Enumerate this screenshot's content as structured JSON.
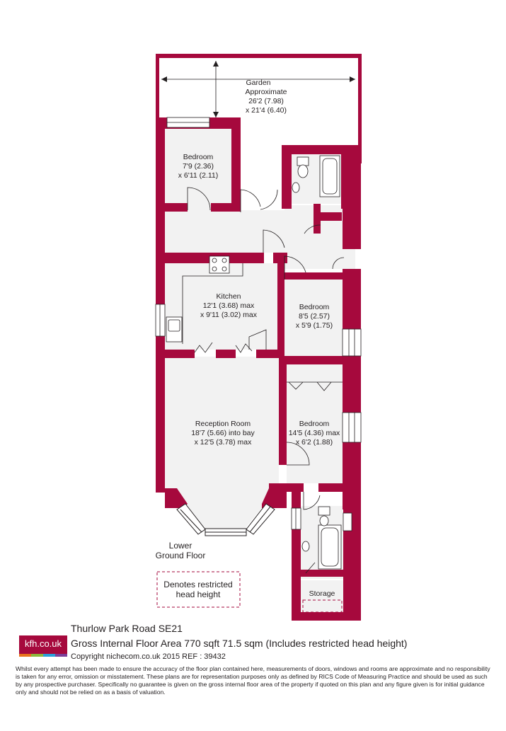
{
  "floorplan": {
    "rooms": [
      {
        "id": "garden",
        "name": "Garden",
        "line2": "Approximate",
        "line3": "26'2 (7.98)",
        "line4": "x 21'4 (6.40)"
      },
      {
        "id": "bedroom1",
        "name": "Bedroom",
        "line2": "7'9 (2.36)",
        "line3": "x 6'11 (2.11)"
      },
      {
        "id": "kitchen",
        "name": "Kitchen",
        "line2": "12'1 (3.68) max",
        "line3": "x 9'11 (3.02) max"
      },
      {
        "id": "bedroom2",
        "name": "Bedroom",
        "line2": "8'5 (2.57)",
        "line3": "x 5'9 (1.75)"
      },
      {
        "id": "reception",
        "name": "Reception Room",
        "line2": "18'7 (5.66) into bay",
        "line3": "x 12'5 (3.78) max"
      },
      {
        "id": "bedroom3",
        "name": "Bedroom",
        "line2": "14'5 (4.36) max",
        "line3": "x 6'2 (1.88)"
      },
      {
        "id": "storage",
        "name": "Storage"
      }
    ],
    "floor_label": {
      "line1": "Lower",
      "line2": "Ground Floor"
    },
    "legend": {
      "line1": "Denotes restricted",
      "line2": "head height"
    }
  },
  "footer": {
    "address": "Thurlow Park Road  SE21",
    "area": "Gross Internal Floor Area 770 sqft 71.5 sqm (Includes restricted head height)",
    "copyright": "Copyright nichecom.co.uk 2015 REF : 39432",
    "disclaimer": "Whilst every attempt has been made to ensure the accuracy of the floor plan contained here, measurements of doors, windows and rooms are approximate and no responsibility is taken for any error, omission or misstatement. These plans are for representation purposes only as defined by RICS Code of Measuring Practice and should be used as such by any prospective purchaser. Specifically no guarantee is given on the gross internal floor area of the property if quoted on this plan and any figure given is for initial guidance only and should not be relied on as a basis of valuation."
  },
  "logo": {
    "text": "kfh.co.uk",
    "colors": {
      "brand": "#a6093d",
      "bar1": "#e8731c",
      "bar2": "#8db63c",
      "bar3": "#2a9fd8",
      "bar4": "#7b3f98"
    }
  },
  "colors": {
    "wall": "#a6093d",
    "floor": "#f2f2f2",
    "line": "#231f20"
  }
}
